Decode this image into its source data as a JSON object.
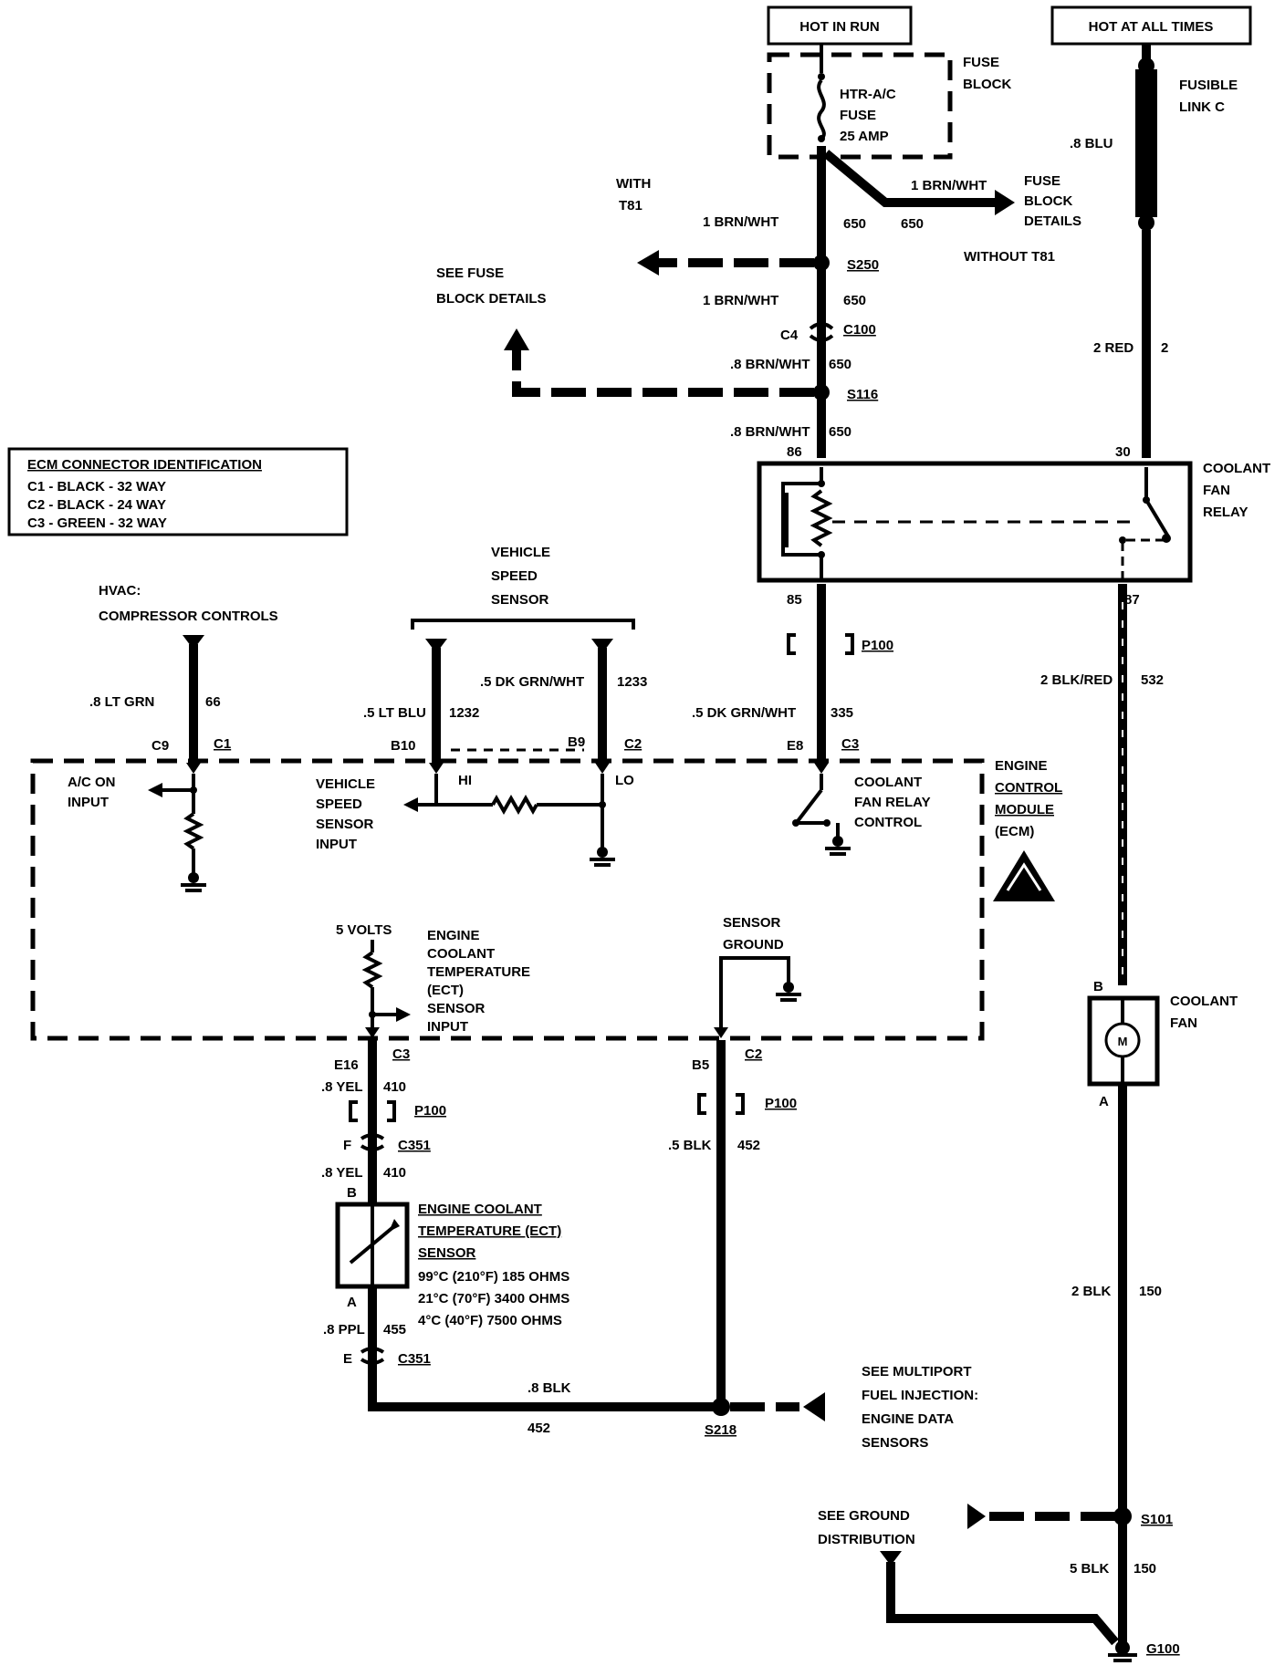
{
  "labels": {
    "hot_in_run": "HOT IN RUN",
    "hot_at_all_times": "HOT AT ALL TIMES",
    "fuse_block": [
      "FUSE",
      "BLOCK"
    ],
    "fuse_name": [
      "HTR-A/C",
      "FUSE",
      "25 AMP"
    ],
    "fusible_link": [
      "FUSIBLE",
      "LINK C"
    ],
    "fuse_block_details_right": [
      "FUSE",
      "BLOCK",
      "DETAILS"
    ],
    "with_t81": [
      "WITH",
      "T81"
    ],
    "without_t81": "WITHOUT T81",
    "see_fuse_block_details": [
      "SEE FUSE",
      "BLOCK DETAILS"
    ],
    "ecm_connector_id": {
      "title": "ECM CONNECTOR IDENTIFICATION",
      "rows": [
        "C1 - BLACK - 32 WAY",
        "C2 - BLACK - 24 WAY",
        "C3 - GREEN - 32 WAY"
      ]
    },
    "hvac": [
      "HVAC:",
      "COMPRESSOR CONTROLS"
    ],
    "vehicle_speed_sensor": [
      "VEHICLE",
      "SPEED",
      "SENSOR"
    ],
    "coolant_fan_relay": [
      "COOLANT",
      "FAN",
      "RELAY"
    ],
    "ecm": [
      "ENGINE",
      "CONTROL",
      "MODULE",
      "(ECM)"
    ],
    "ac_on_input": [
      "A/C ON",
      "INPUT"
    ],
    "vss_input": [
      "VEHICLE",
      "SPEED",
      "SENSOR",
      "INPUT"
    ],
    "hi": "HI",
    "lo": "LO",
    "cfr_control": [
      "COOLANT",
      "FAN RELAY",
      "CONTROL"
    ],
    "five_volts": "5 VOLTS",
    "ect_input": [
      "ENGINE",
      "COOLANT",
      "TEMPERATURE",
      "(ECT)",
      "SENSOR",
      "INPUT"
    ],
    "sensor_ground": [
      "SENSOR",
      "GROUND"
    ],
    "coolant_fan": [
      "COOLANT",
      "FAN"
    ],
    "motor_symbol": "M",
    "ect_sensor": [
      "ENGINE COOLANT",
      "TEMPERATURE (ECT)",
      "SENSOR"
    ],
    "ect_values": [
      "99°C (210°F) 185 OHMS",
      "21°C (70°F) 3400 OHMS",
      "4°C (40°F) 7500 OHMS"
    ],
    "see_mpfi": [
      "SEE MULTIPORT",
      "FUEL INJECTION:",
      "ENGINE DATA",
      "SENSORS"
    ],
    "see_ground": [
      "SEE GROUND",
      "DISTRIBUTION"
    ]
  },
  "wires": {
    "w650_top": {
      "gauge": "1 BRN/WHT",
      "circuit": "650"
    },
    "w650_right": {
      "gauge": "1 BRN/WHT",
      "circuit": "650"
    },
    "w650_mid": {
      "gauge": "1 BRN/WHT",
      "circuit": "650"
    },
    "w650_c100": {
      "gauge": ".8 BRN/WHT",
      "circuit": "650"
    },
    "w650_s116": {
      "gauge": ".8 BRN/WHT",
      "circuit": "650"
    },
    "w_blu": ".8 BLU",
    "w2": {
      "gauge": "2 RED",
      "circuit": "2"
    },
    "w532": {
      "gauge": "2 BLK/RED",
      "circuit": "532"
    },
    "w66": {
      "gauge": ".8 LT GRN",
      "circuit": "66"
    },
    "w1232": {
      "gauge": ".5 LT BLU",
      "circuit": "1232"
    },
    "w1233": {
      "gauge": ".5 DK GRN/WHT",
      "circuit": "1233"
    },
    "w335": {
      "gauge": ".5 DK GRN/WHT",
      "circuit": "335"
    },
    "w410a": {
      "gauge": ".8 YEL",
      "circuit": "410"
    },
    "w410b": {
      "gauge": ".8 YEL",
      "circuit": "410"
    },
    "w452": {
      "gauge": ".5 BLK",
      "circuit": "452"
    },
    "w455": {
      "gauge": ".8 PPL",
      "circuit": "455"
    },
    "w452_bottom": {
      "gauge": ".8 BLK",
      "circuit": "452"
    },
    "w150a": {
      "gauge": "2 BLK",
      "circuit": "150"
    },
    "w150b": {
      "gauge": "5 BLK",
      "circuit": "150"
    }
  },
  "connectors": {
    "s250": "S250",
    "c100": "C100",
    "c4": "C4",
    "s116": "S116",
    "pin86": "86",
    "pin85": "85",
    "pin30": "30",
    "pin87": "87",
    "p100": "P100",
    "c9": "C9",
    "c1": "C1",
    "b10": "B10",
    "b9": "B9",
    "c2": "C2",
    "e8": "E8",
    "c3": "C3",
    "e16": "E16",
    "b5": "B5",
    "f": "F",
    "c351": "C351",
    "b": "B",
    "a": "A",
    "e": "E",
    "s218": "S218",
    "s101": "S101",
    "g100": "G100"
  }
}
